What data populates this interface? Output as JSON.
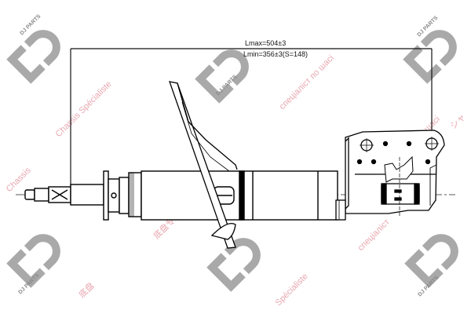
{
  "drawing": {
    "subject": "Shock absorber / suspension strut",
    "dimensions": {
      "lmax": "Lmax=504±3",
      "lmin": "Lmin=356±3(S=148)"
    }
  },
  "watermarks": {
    "logo_label": "DJ PARTS",
    "logo_color": "#8a8a8a",
    "text_color": "#e8a7b0",
    "texts": [
      "Chassis Spécialiste",
      "Chassis",
      "спеціаліст по шасі",
      "спеціаліст по шасі",
      "Spécialiste",
      "底盘专家",
      "底盘",
      "シャ",
      "спеціаліст"
    ]
  }
}
